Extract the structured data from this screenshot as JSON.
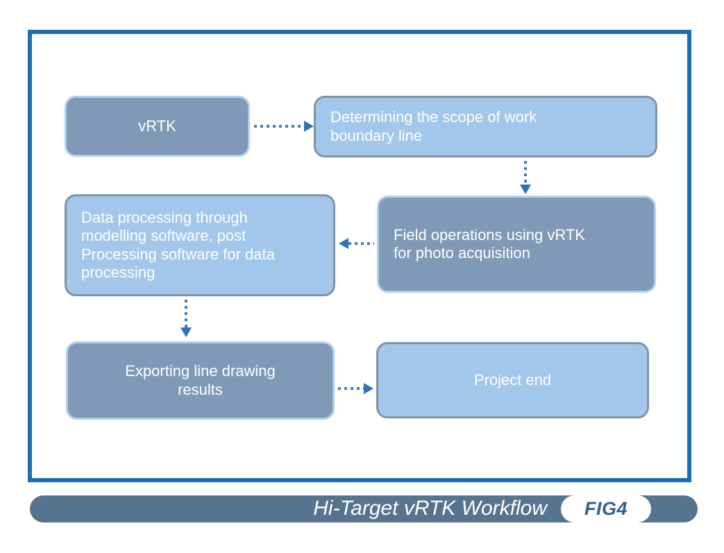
{
  "diagram": {
    "type": "flowchart",
    "nodes": [
      {
        "id": "vrtk",
        "variant": "dark",
        "label": "vRTK",
        "lines": [
          "vRTK"
        ]
      },
      {
        "id": "scope",
        "variant": "light",
        "label": "Determining the scope of work boundary line",
        "lines": [
          "Determining the scope of work",
          "boundary line"
        ]
      },
      {
        "id": "data-processing",
        "variant": "light",
        "label": "Data processing through modelling software, post Processing software for data processing",
        "lines": [
          "Data processing through",
          "modelling software, post",
          "Processing software for data",
          "processing"
        ]
      },
      {
        "id": "field-operations",
        "variant": "dark",
        "label": "Field operations using vRTK for photo acquisition",
        "lines": [
          "Field operations using vRTK",
          "for photo acquisition"
        ]
      },
      {
        "id": "exporting-results",
        "variant": "dark",
        "label": "Exporting line drawing results",
        "lines": [
          "Exporting line drawing",
          "results"
        ]
      },
      {
        "id": "project-end",
        "variant": "light",
        "label": "Project end",
        "lines": [
          "Project end"
        ]
      }
    ],
    "connectors": [
      {
        "from": "vrtk",
        "to": "scope",
        "direction": "right",
        "style": "dotted"
      },
      {
        "from": "scope",
        "to": "field-operations",
        "direction": "down",
        "style": "dotted"
      },
      {
        "from": "field-operations",
        "to": "data-processing",
        "direction": "left",
        "style": "dotted"
      },
      {
        "from": "data-processing",
        "to": "exporting-results",
        "direction": "down",
        "style": "dotted"
      },
      {
        "from": "exporting-results",
        "to": "project-end",
        "direction": "right",
        "style": "dotted"
      }
    ]
  },
  "footer": {
    "title": "Hi-Target vRTK Workflow",
    "fig_label": "FIG4"
  },
  "colors": {
    "frame_border": "#1C6DB5",
    "node_dark_fill": "#8099B7",
    "node_dark_border": "#AECFF0",
    "node_light_fill": "#A3C7EA",
    "node_light_border": "#7E93A8",
    "node_text": "#FFFFFF",
    "connector": "#3E7BC0",
    "arrowhead": "#2F72B5",
    "footer_bar": "#57748E",
    "footer_title_text": "#FFFFFF",
    "fig_pill_bg": "#FFFFFF",
    "fig_label_text": "#33608C"
  }
}
